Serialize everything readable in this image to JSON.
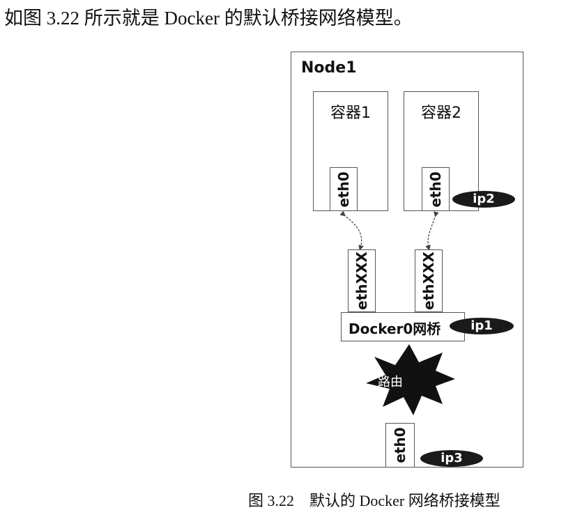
{
  "document": {
    "intro_text": "如图 3.22 所示就是 Docker 的默认桥接网络模型。",
    "caption": "图 3.22　默认的 Docker 网络桥接模型"
  },
  "diagram": {
    "node_label": "Node1",
    "container1_label": "容器1",
    "container2_label": "容器2",
    "container1_eth": "eth0",
    "container2_eth": "eth0",
    "veth1": "ethXXX",
    "veth2": "ethXXX",
    "bridge_label": "Docker0网桥",
    "router_label": "路由",
    "host_eth": "eth0",
    "ip_container2": "ip2",
    "ip_bridge": "ip1",
    "ip_host": "ip3"
  }
}
